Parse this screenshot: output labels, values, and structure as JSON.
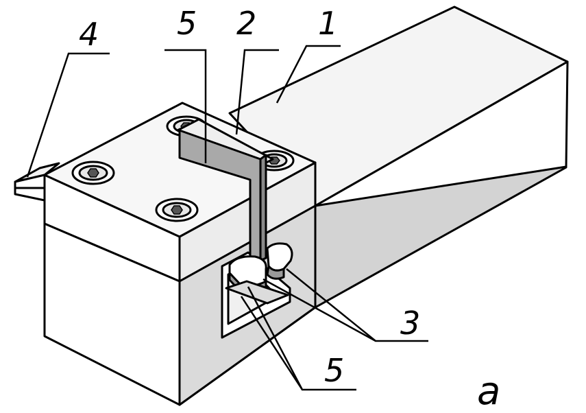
{
  "figure": {
    "sublabel": "a",
    "colors": {
      "background": "#ffffff",
      "face_light": "#f4f4f4",
      "face_white": "#ffffff",
      "face_gray": "#d3d3d3",
      "plate_gray": "#a9a9a9",
      "outline": "#000000"
    },
    "callouts": [
      {
        "id": "label-1",
        "text": "1"
      },
      {
        "id": "label-2",
        "text": "2"
      },
      {
        "id": "label-3",
        "text": "3"
      },
      {
        "id": "label-4",
        "text": "4"
      },
      {
        "id": "label-5-top",
        "text": "5"
      },
      {
        "id": "label-5-bottom",
        "text": "5"
      }
    ],
    "icons": [
      "hex-socket-screw-icon",
      "hex-socket-screw-icon",
      "hex-socket-screw-icon",
      "hex-socket-screw-icon"
    ]
  }
}
